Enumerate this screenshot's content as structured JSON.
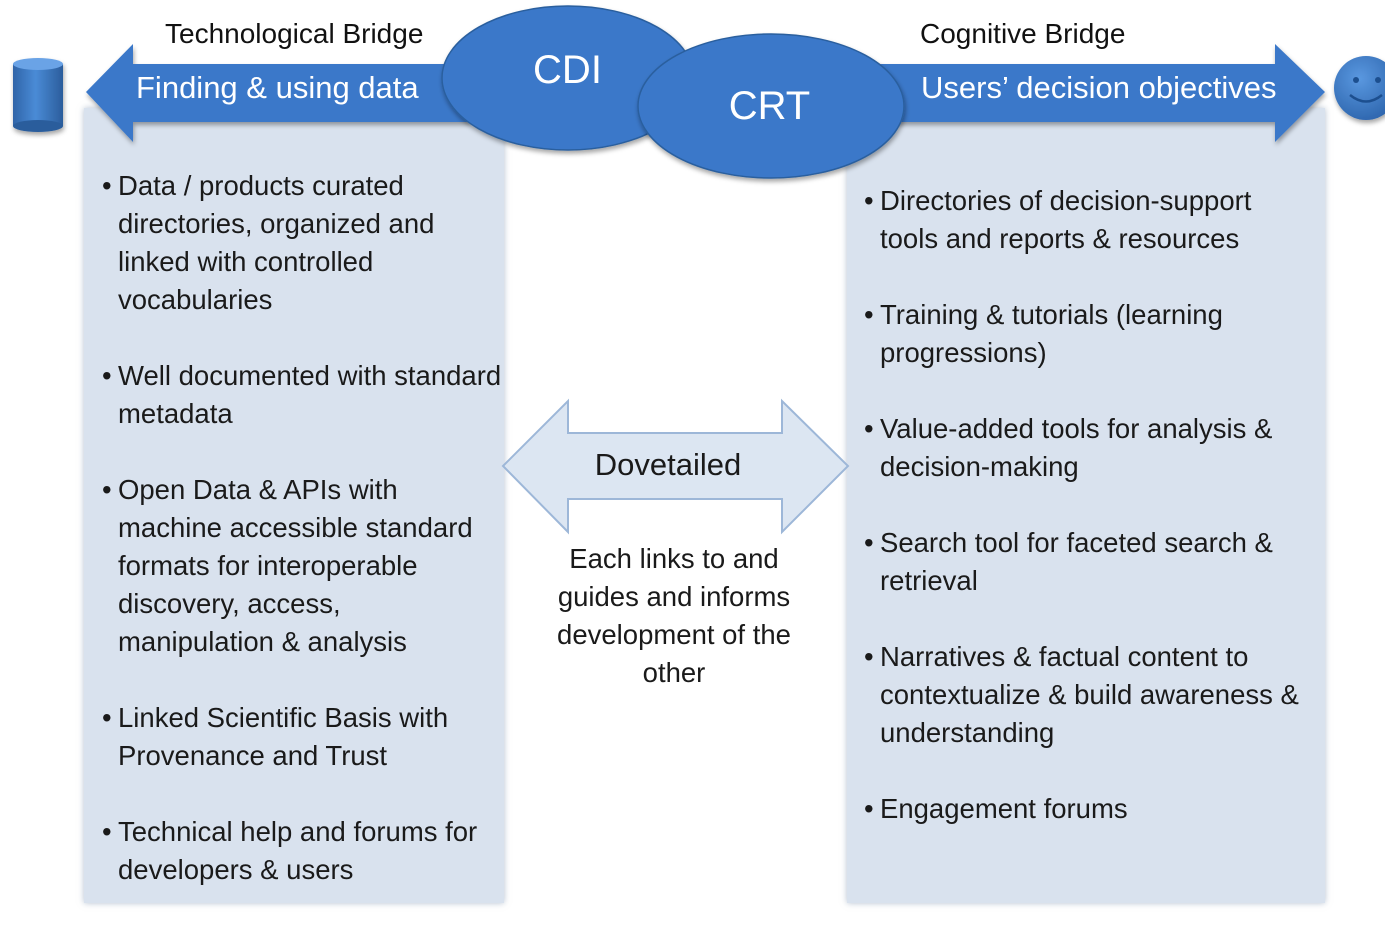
{
  "left_bridge": {
    "title": "Technological Bridge",
    "arrow_label": "Finding & using data",
    "items": [
      "Data / products curated directories, organized and linked with controlled vocabularies",
      "Well documented with standard metadata",
      "Open Data & APIs with machine accessible standard formats for interoperable discovery, access, manipulation & analysis",
      "Linked Scientific Basis with Provenance and Trust",
      "Technical help and forums for developers & users"
    ]
  },
  "right_bridge": {
    "title": "Cognitive Bridge",
    "arrow_label": "Users’ decision objectives",
    "items": [
      "Directories of decision-support tools and reports & resources",
      "Training & tutorials (learning progressions)",
      "Value-added tools for analysis & decision-making",
      "Search tool for faceted search & retrieval",
      "Narratives & factual content to contextualize & build awareness & understanding",
      "Engagement forums"
    ]
  },
  "ellipses": {
    "left": "CDI",
    "right": "CRT"
  },
  "center": {
    "arrow_label": "Dovetailed",
    "note": "Each links to and guides and informs development of the other"
  },
  "colors": {
    "accent_blue": "#3a78c9",
    "panel_fill": "#d9e2ee",
    "light_arrow_fill": "#dce6f2",
    "light_arrow_stroke": "#9db7d8"
  },
  "icons": {
    "left": "database-cylinder-icon",
    "right": "smiley-face-icon"
  }
}
